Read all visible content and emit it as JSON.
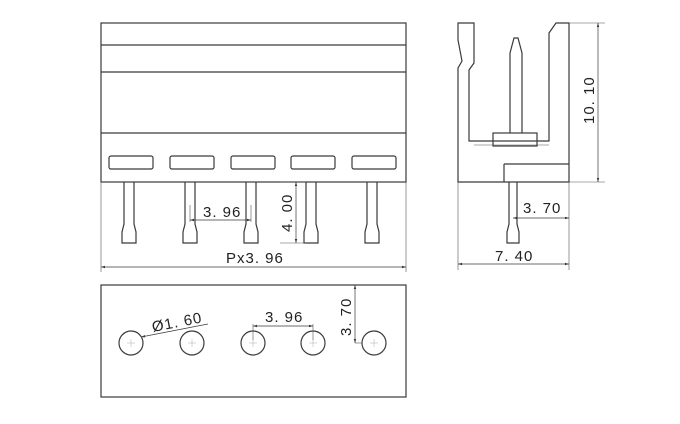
{
  "dimensions": {
    "pitch_small": "3. 96",
    "pin_length": "4. 00",
    "overall": "Px3. 96",
    "height": "10. 10",
    "pin_offset": "3. 70",
    "depth": "7. 40",
    "hole_diameter": "Ø1. 60",
    "hole_pitch": "3. 96",
    "hole_offset": "3. 70"
  },
  "pin_count": 5
}
